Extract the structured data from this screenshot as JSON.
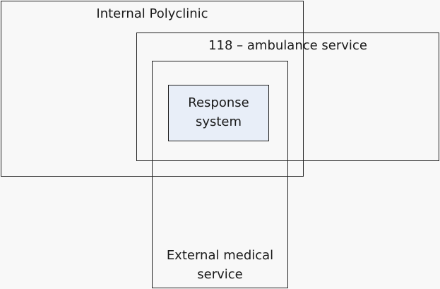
{
  "diagram": {
    "internal_polyclinic": "Internal Polyclinic",
    "ambulance_service": "118 – ambulance service",
    "external_medical_service": "External medical\nservice",
    "response_system": "Response\nsystem"
  },
  "colors": {
    "border": "#222222",
    "response_fill": "#e8eef8",
    "background": "#f8f8f8"
  }
}
